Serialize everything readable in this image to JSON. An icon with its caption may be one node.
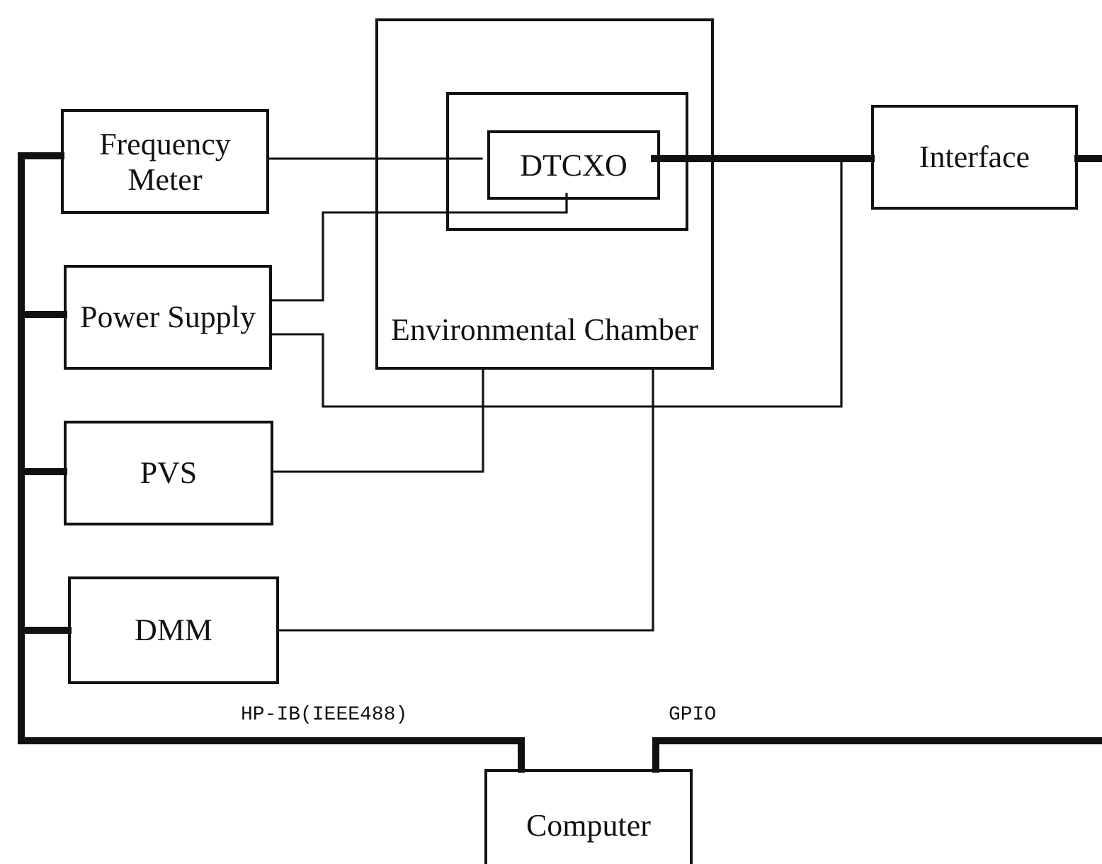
{
  "diagram": {
    "nodes": [
      {
        "text": [
          "Frequency Meter"
        ]
      },
      {
        "text": [
          "Power Supply"
        ]
      },
      {
        "text": [
          "PVS"
        ]
      },
      {
        "text": [
          "DMM"
        ]
      },
      {
        "text": [
          "Environmental Chamber"
        ]
      },
      {
        "text": [],
        "shape": "box",
        "in": 4
      },
      {
        "text": [
          "DTCXO"
        ],
        "in": 5
      },
      {
        "text": [
          "Interface"
        ]
      },
      {
        "text": [
          "Computer"
        ]
      }
    ],
    "edges": [
      {
        "from": 0,
        "to": 6,
        "arrow": "none"
      },
      {
        "from": 1,
        "to": 6,
        "arrow": "none"
      },
      {
        "from": 1,
        "to": 7,
        "arrow": "none"
      },
      {
        "from": 2,
        "to": 4,
        "arrow": "none"
      },
      {
        "from": 3,
        "to": 4,
        "arrow": "none"
      },
      {
        "from": 6,
        "to": 7,
        "arrow": "none"
      },
      {
        "from": 7,
        "to": null,
        "arrow": "none"
      },
      {
        "from": 8,
        "to": 0,
        "arrow": "none"
      },
      {
        "from": 8,
        "to": 1,
        "arrow": "none"
      },
      {
        "from": 8,
        "to": 2,
        "arrow": "none"
      },
      {
        "from": 8,
        "to": 3,
        "arrow": "none",
        "label": "HP-IB(IEEE488)"
      },
      {
        "from": 8,
        "to": null,
        "arrow": "none",
        "label": "GPIO"
      }
    ]
  }
}
